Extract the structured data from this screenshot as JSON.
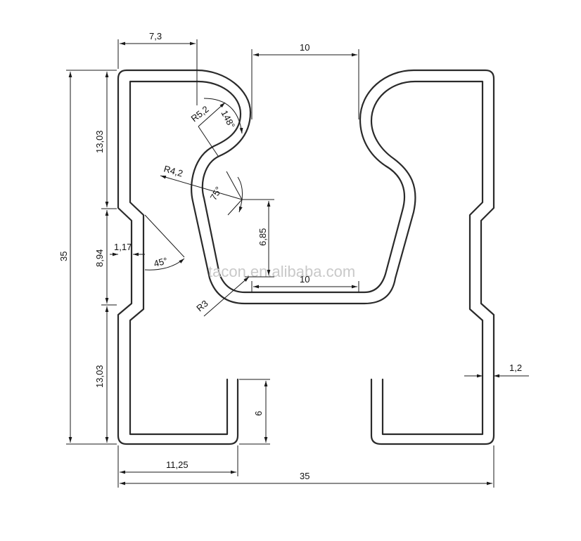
{
  "dimensions": {
    "top_left_width": "7,3",
    "top_gap_width": "10",
    "overall_height": "35",
    "upper_height": "13,03",
    "middle_height": "8,94",
    "lower_height": "13,03",
    "notch_depth": "1,17",
    "notch_angle": "45°",
    "radius_outer": "R5,2",
    "radius_inner": "R4,2",
    "radius_bottom": "R3",
    "angle_top": "148°",
    "angle_inner": "75°",
    "inner_height": "6,85",
    "inner_bottom_width": "10",
    "wall_thickness": "1,2",
    "foot_height": "6",
    "bottom_left_width": "11,25",
    "overall_width": "35"
  },
  "watermark": "tacon.en.alibaba.com"
}
